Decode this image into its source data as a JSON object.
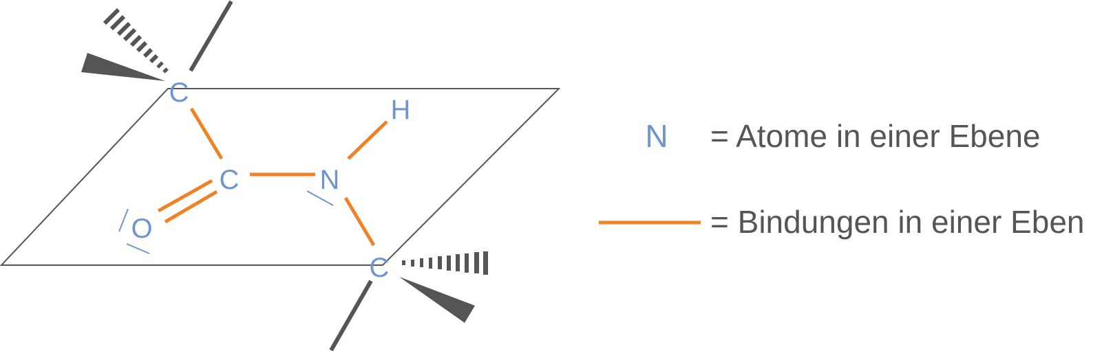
{
  "colors": {
    "atom": "#6f95cc",
    "bond": "#f08125",
    "stereo": "#555555",
    "plane": "#555555",
    "text": "#555555"
  },
  "atoms": {
    "c_top": "C",
    "c_carbonyl": "C",
    "n": "N",
    "h": "H",
    "o": "O",
    "c_bottom": "C"
  },
  "legend": {
    "atom_symbol": "N",
    "atom_label": "= Atome in einer Ebene",
    "bond_label": "= Bindungen in einer Eben"
  }
}
